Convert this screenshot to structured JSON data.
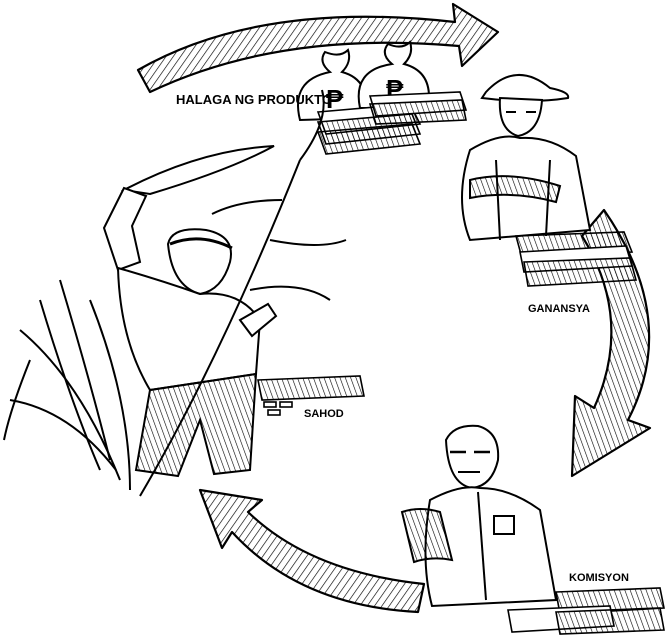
{
  "labels": {
    "product_value": "HALAGA NG PRODUKTO",
    "profit": "GANANSYA",
    "wage": "SAHOD",
    "commission": "KOMISYON"
  },
  "currency_symbol": "₱",
  "colors": {
    "ink": "#000000",
    "paper": "#ffffff"
  },
  "icons": {
    "money_bags": "money-bag-icon",
    "cash_stacks": "cash-stack-icon",
    "cycle_arrows": "curved-arrow-icon",
    "worker": "sugarcane-worker",
    "landowner": "landowner-figure",
    "agent": "middleman-figure"
  }
}
